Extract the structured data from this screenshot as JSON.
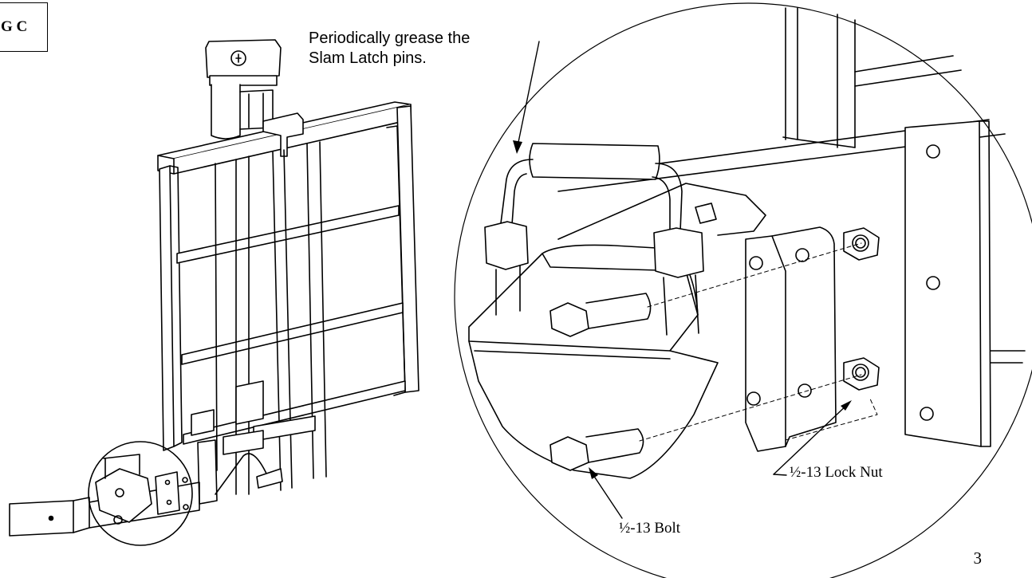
{
  "figure": {
    "tag": "G C"
  },
  "callouts": {
    "grease_line1": "Periodically grease the",
    "grease_line2": "Slam Latch pins.",
    "bolt": "½-13 Bolt",
    "lock_nut": "½-13 Lock Nut"
  },
  "page_number": "3"
}
